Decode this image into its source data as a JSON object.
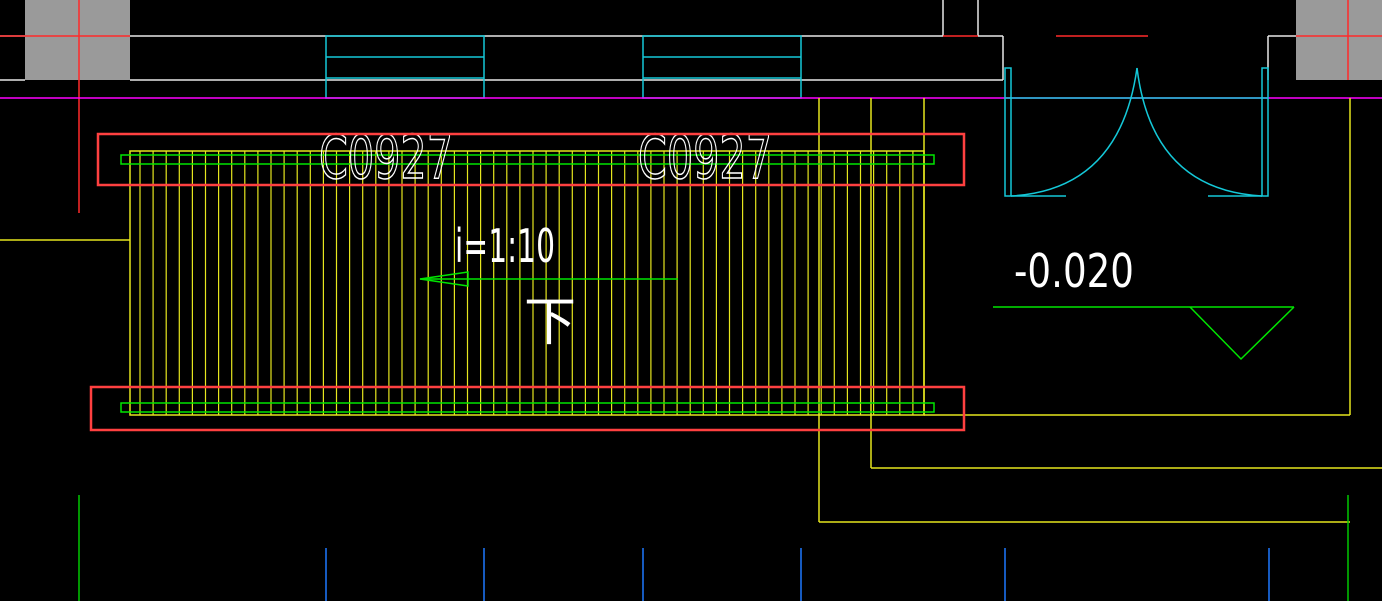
{
  "drawing": {
    "window_label_left": "C0927",
    "window_label_right": "C0927",
    "slope_label": "i=1:10",
    "direction_label": "下",
    "elevation_label": "-0.020"
  },
  "colors": {
    "background": "#000000",
    "wall": "#ffffff",
    "column_fill": "#9a9a9a",
    "axis_red": "#ff2a2a",
    "window_cyan": "#14c8d8",
    "magenta": "#ff00ff",
    "ramp_yellow": "#e6e61e",
    "rail_green": "#00e600",
    "highlight_red": "#ff4040",
    "axis_blue": "#1e78ff",
    "axis_green": "#00c800"
  }
}
